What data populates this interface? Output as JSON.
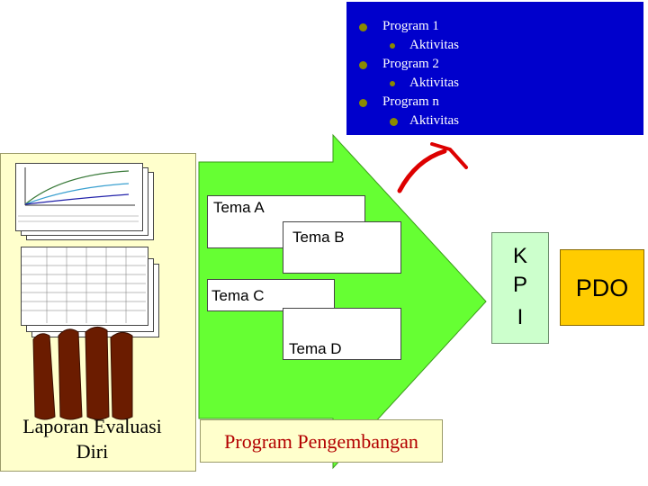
{
  "program_box": {
    "items": [
      {
        "program": "Program 1",
        "activity": "Aktivitas"
      },
      {
        "program": "Program 2",
        "activity": "Aktivitas"
      },
      {
        "program": "Program n",
        "activity": "Aktivitas"
      }
    ]
  },
  "report": {
    "caption_line1": "Laporan Evaluasi",
    "caption_line2": "Diri"
  },
  "temas": [
    "Tema A",
    "Tema B",
    "Tema C",
    "Tema D"
  ],
  "program_label": "Program Pengembangan",
  "kpi": [
    "K",
    "P",
    "I"
  ],
  "pdo": "PDO",
  "colors": {
    "program_box_bg": "#0000cc",
    "arrow_green": "#66ff33",
    "panel_yellow": "#ffffcc",
    "curved_arrow_red": "#dd0000",
    "kpi_bg": "#ccffcc",
    "pdo_bg": "#ffcc00",
    "program_label_text": "#b30000"
  }
}
